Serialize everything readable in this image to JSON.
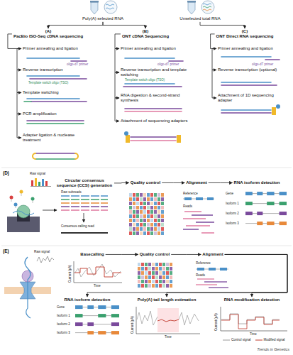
{
  "diagram": {
    "nodes": [
      {
        "text": [
          "Poly(A) selected RNA"
        ]
      },
      {
        "text": [
          "Unselected total RNA"
        ]
      },
      {
        "text": [
          "(A)",
          "PacBio ISO-Seq cDNA sequencing"
        ]
      },
      {
        "text": [
          "Primer annealing and ligation"
        ]
      },
      {
        "text": [
          "Reverse transcription"
        ]
      },
      {
        "text": [
          "Template switching"
        ]
      },
      {
        "text": [
          "PCR amplification"
        ]
      },
      {
        "text": [
          "Adapter ligation & nuclease treatment"
        ]
      },
      {
        "text": [
          "(B)",
          "ONT cDNA Sequencing"
        ]
      },
      {
        "text": [
          "Primer annealing and ligation"
        ]
      },
      {
        "text": [
          "Reverse transcription and template switching"
        ]
      },
      {
        "text": [
          "RNA digestion & second-strand synthesis"
        ]
      },
      {
        "text": [
          "Attachment of sequencing adapters"
        ]
      },
      {
        "text": [
          "(C)",
          "ONT Direct RNA sequencing"
        ]
      },
      {
        "text": [
          "Primer annealing and ligation"
        ]
      },
      {
        "text": [
          "Reverse transcription (optional)"
        ]
      },
      {
        "text": [
          "Attachment of 1D sequencing adapter"
        ]
      },
      {
        "text": [
          "Circular consensus sequence (CCS) generation"
        ]
      },
      {
        "text": [
          "Quality control"
        ]
      },
      {
        "text": [
          "Alignment"
        ]
      },
      {
        "text": [
          "RNA isoform detection"
        ]
      },
      {
        "text": [
          "Basecalling"
        ]
      },
      {
        "text": [
          "Quality control"
        ]
      },
      {
        "text": [
          "Alignment"
        ]
      },
      {
        "text": [
          "RNA isoform detection"
        ]
      },
      {
        "text": [
          "Poly(A) tail length estimation"
        ]
      },
      {
        "text": [
          "RNA modification detection"
        ]
      }
    ],
    "edges": [
      {
        "from": 0,
        "to": 2,
        "arrow": "to"
      },
      {
        "from": 0,
        "to": 8,
        "arrow": "to"
      },
      {
        "from": 1,
        "to": 13,
        "arrow": "to"
      },
      {
        "from": 2,
        "to": 3,
        "arrow": "to"
      },
      {
        "from": 3,
        "to": 4,
        "arrow": "to"
      },
      {
        "from": 4,
        "to": 5,
        "arrow": "to"
      },
      {
        "from": 5,
        "to": 6,
        "arrow": "to"
      },
      {
        "from": 6,
        "to": 7,
        "arrow": "to"
      },
      {
        "from": 8,
        "to": 9,
        "arrow": "to"
      },
      {
        "from": 9,
        "to": 10,
        "arrow": "to"
      },
      {
        "from": 10,
        "to": 11,
        "arrow": "to"
      },
      {
        "from": 11,
        "to": 12,
        "arrow": "to"
      },
      {
        "from": 13,
        "to": 14,
        "arrow": "to"
      },
      {
        "from": 14,
        "to": 15,
        "arrow": "to"
      },
      {
        "from": 15,
        "to": 16,
        "arrow": "to"
      },
      {
        "from": 17,
        "to": 18,
        "arrow": "to"
      },
      {
        "from": 18,
        "to": 19,
        "arrow": "to"
      },
      {
        "from": 19,
        "to": 20,
        "arrow": "to"
      },
      {
        "from": 21,
        "to": 22,
        "arrow": "to"
      },
      {
        "from": 22,
        "to": 23,
        "arrow": "to"
      },
      {
        "from": 23,
        "to": 24,
        "arrow": "to"
      },
      {
        "from": 23,
        "to": 25,
        "arrow": "to"
      },
      {
        "from": 23,
        "to": 26,
        "arrow": "to"
      }
    ],
    "labels": [
      "oligo-dT primer",
      "Template switch oligo (TSO)",
      "oligo-dT primer",
      "Template switch oligo (TSO)",
      "oligo-dT primer",
      "(D)",
      "Raw signal",
      "Raw subreads",
      "Consensus calling read",
      "Reference",
      "Reads",
      "Gene",
      "Isoform 1",
      "Isoform 2",
      "Isoform 3",
      "(E)",
      "Raw signal",
      "Current (pA)",
      "Time",
      "Reference",
      "Reads",
      "Gene",
      "Isoform 1",
      "Isoform 2",
      "Isoform 3",
      "Current (pA)",
      "Time",
      "Current (pA)",
      "Time",
      "Trends in Genetics"
    ],
    "legend": [
      {
        "text": "Control signal"
      },
      {
        "text": "Modified signal"
      }
    ]
  }
}
